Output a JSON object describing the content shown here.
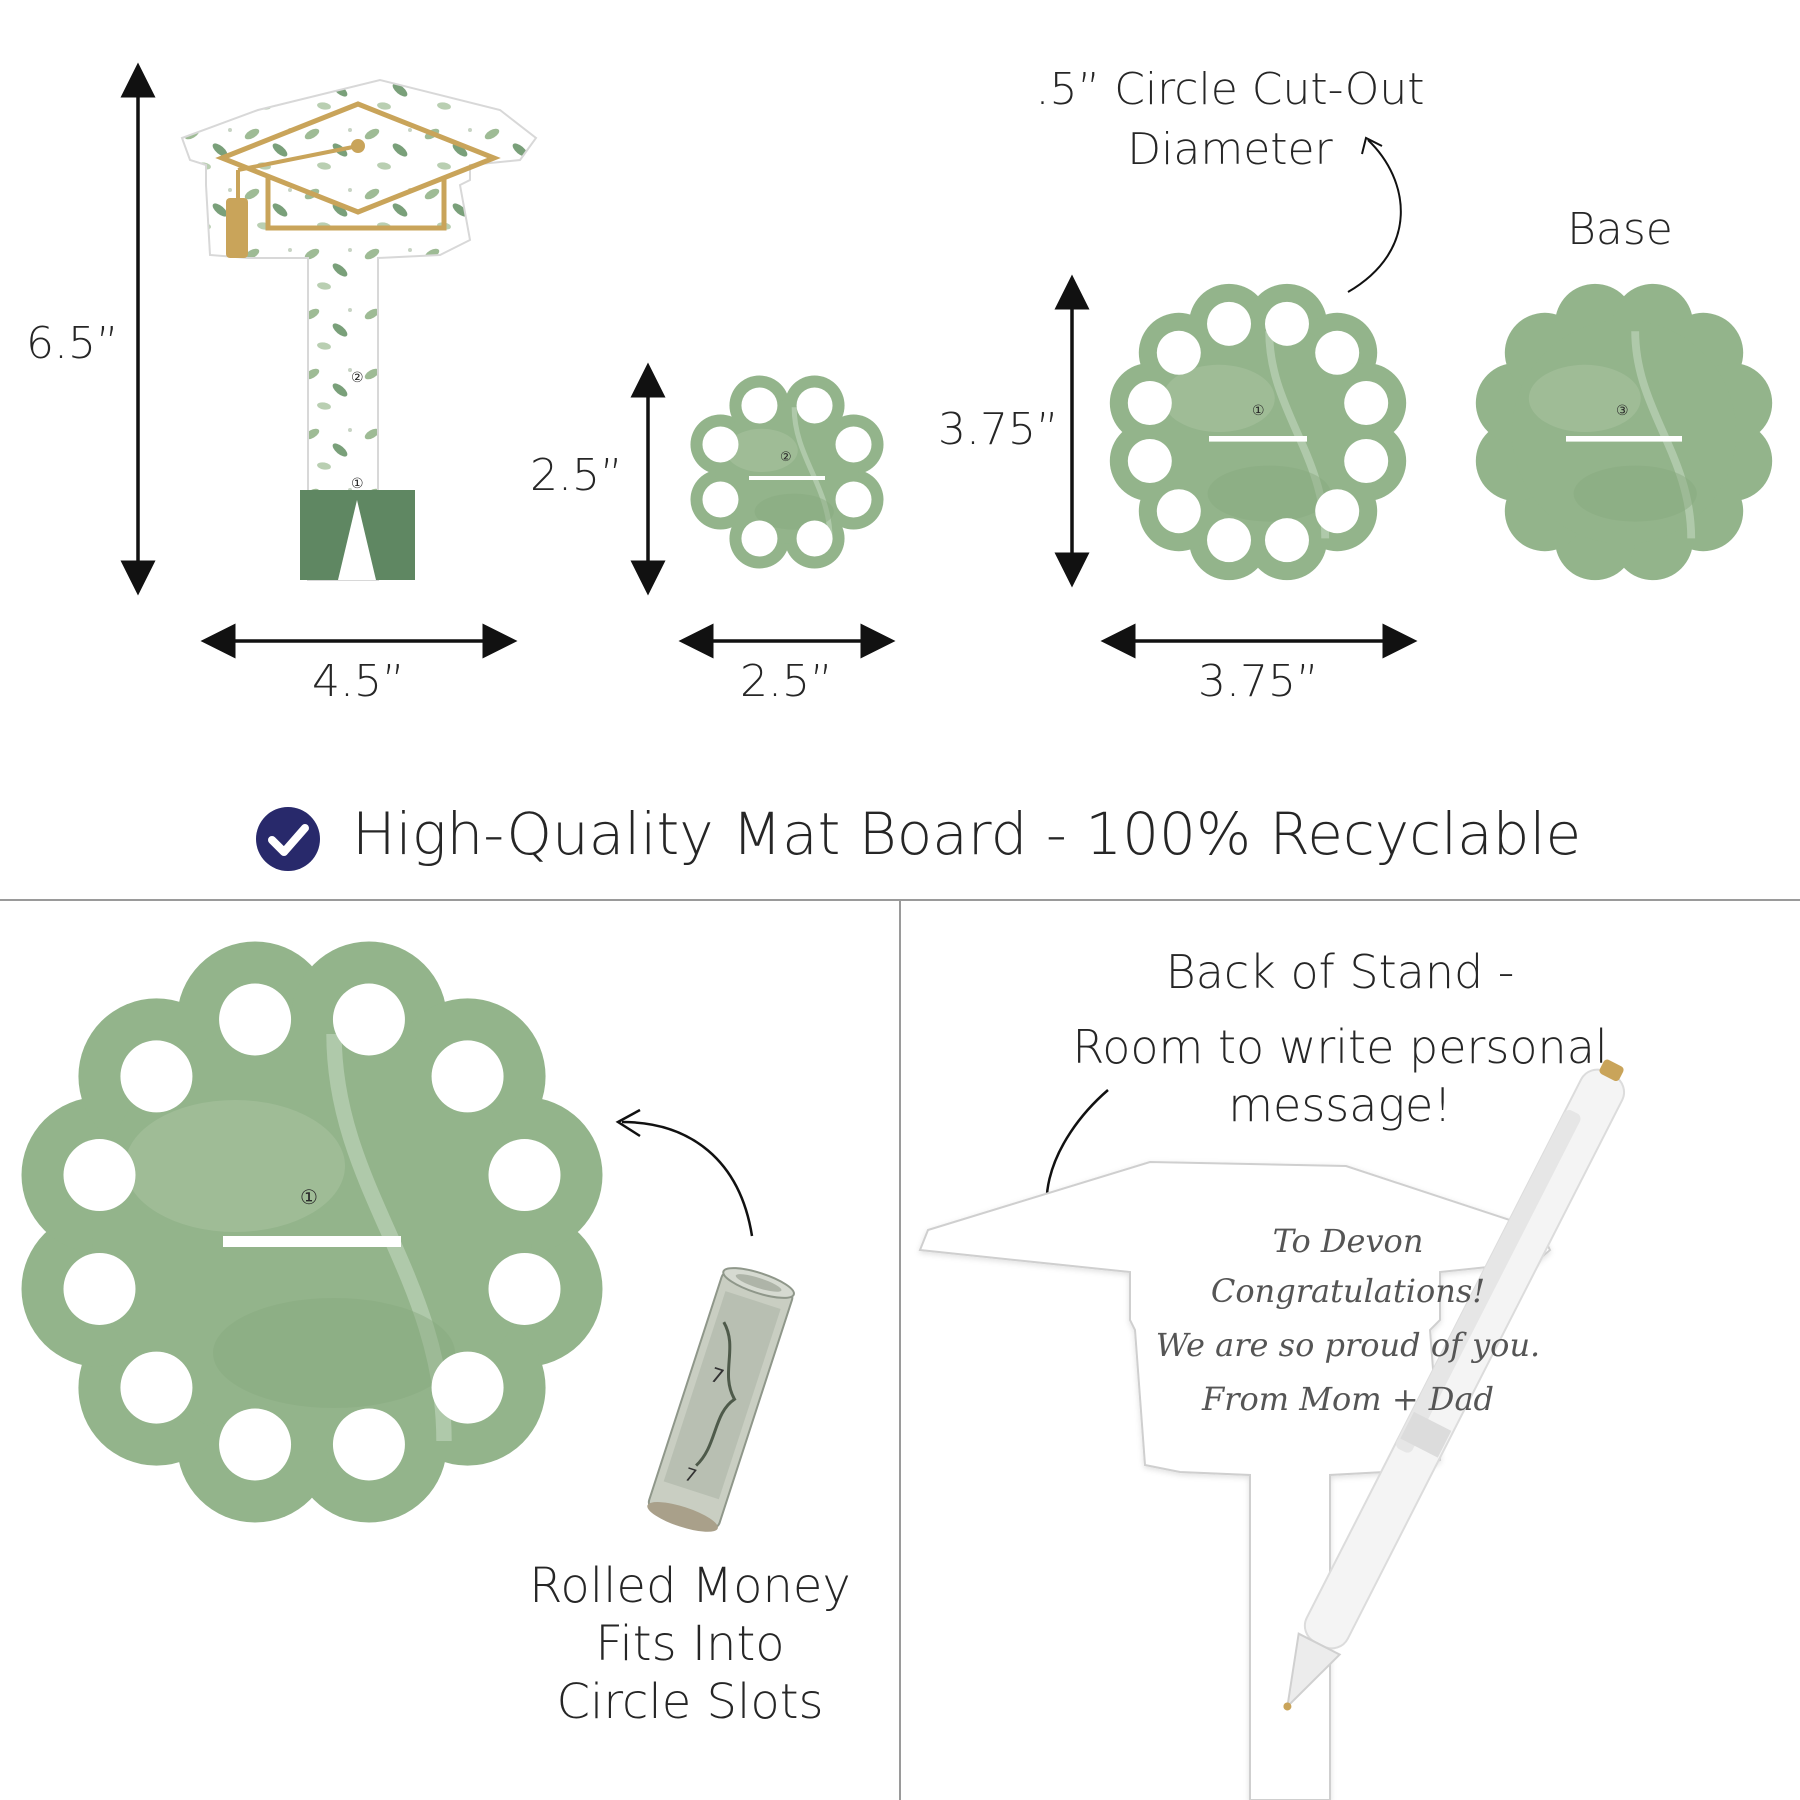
{
  "dimensions": {
    "cap_height": "6.5”",
    "cap_width": "4.5”",
    "small_height": "2.5”",
    "small_width": "2.5”",
    "large_height": "3.75”",
    "large_width": "3.75”"
  },
  "callouts": {
    "cutout_line1": ".5” Circle Cut-Out",
    "cutout_line2": "Diameter",
    "base": "Base"
  },
  "piece_numbers": {
    "cap_top": "②",
    "cap_bottom": "①",
    "small": "②",
    "large": "①",
    "base": "③",
    "detail": "①"
  },
  "feature": {
    "icon": "check-circle-icon",
    "text": "High-Quality Mat Board - 100% Recyclable"
  },
  "money_panel": {
    "line1": "Rolled Money",
    "line2": "Fits Into",
    "line3": "Circle Slots"
  },
  "back_panel": {
    "line1": "Back of Stand -",
    "line2": "Room to write personal",
    "line3": "message!",
    "message": [
      "To Devon",
      "Congratulations!",
      "We are so proud of you.",
      "From Mom + Dad"
    ]
  },
  "colors": {
    "sage": "#93b48b",
    "sage_dark": "#6f9467",
    "gold": "#c9a45a",
    "check": "#28296b",
    "divider": "#9a9a9a"
  }
}
